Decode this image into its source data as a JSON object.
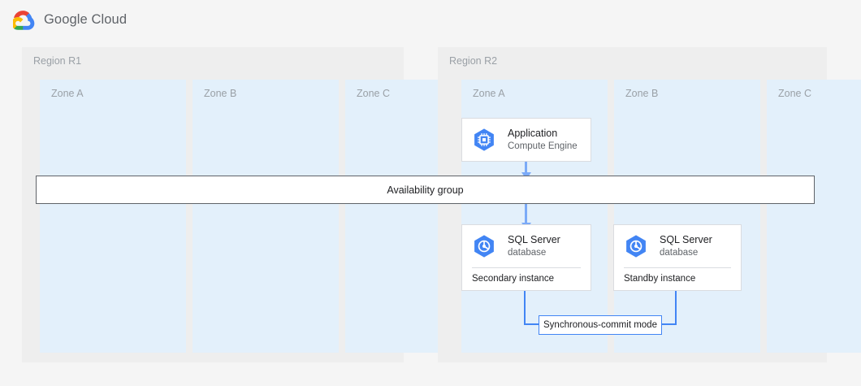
{
  "header": {
    "logo_icon": "google-cloud-logo",
    "wordmark": "Google Cloud"
  },
  "colors": {
    "page_background": "#f5f5f5",
    "region_background": "#eeeeee",
    "zone_background": "#e3f0fb",
    "card_background": "#ffffff",
    "card_border": "#dadce0",
    "bar_border": "#5f6368",
    "arrow_light_blue": "#7baaf7",
    "connector_blue": "#4285f4",
    "icon_blue": "#4285f4",
    "muted_text": "#9aa0a6",
    "body_text": "#202124"
  },
  "diagram": {
    "regions": [
      {
        "id": "r1",
        "label": "Region R1",
        "zones": [
          {
            "id": "r1-zone-a",
            "label": "Zone A"
          },
          {
            "id": "r1-zone-b",
            "label": "Zone B"
          },
          {
            "id": "r1-zone-c",
            "label": "Zone C"
          }
        ]
      },
      {
        "id": "r2",
        "label": "Region R2",
        "zones": [
          {
            "id": "r2-zone-a",
            "label": "Zone A"
          },
          {
            "id": "r2-zone-b",
            "label": "Zone B"
          },
          {
            "id": "r2-zone-c",
            "label": "Zone C"
          }
        ]
      }
    ],
    "availability_group": {
      "label": "Availability group"
    },
    "nodes": [
      {
        "id": "application",
        "icon": "compute-engine-icon",
        "title": "Application",
        "subtitle": "Compute Engine",
        "footer": null,
        "region": "Region R2",
        "zone": "Zone A"
      },
      {
        "id": "sql-secondary",
        "icon": "sql-server-icon",
        "title": "SQL Server",
        "subtitle": "database",
        "footer": "Secondary instance",
        "region": "Region R2",
        "zone": "Zone A"
      },
      {
        "id": "sql-standby",
        "icon": "sql-server-icon",
        "title": "SQL Server",
        "subtitle": "database",
        "footer": "Standby instance",
        "region": "Region R2",
        "zone": "Zone B"
      }
    ],
    "connectors": [
      {
        "id": "app-to-availability-group",
        "from": "application",
        "to": "availability-group",
        "style": "arrow-down",
        "label": null
      },
      {
        "id": "availability-group-to-secondary",
        "from": "availability-group",
        "to": "sql-secondary",
        "style": "arrow-down",
        "label": null
      },
      {
        "id": "secondary-to-standby",
        "from": "sql-secondary",
        "to": "sql-standby",
        "style": "u-shaped-arrow-up",
        "label": "Synchronous-commit mode"
      }
    ]
  }
}
